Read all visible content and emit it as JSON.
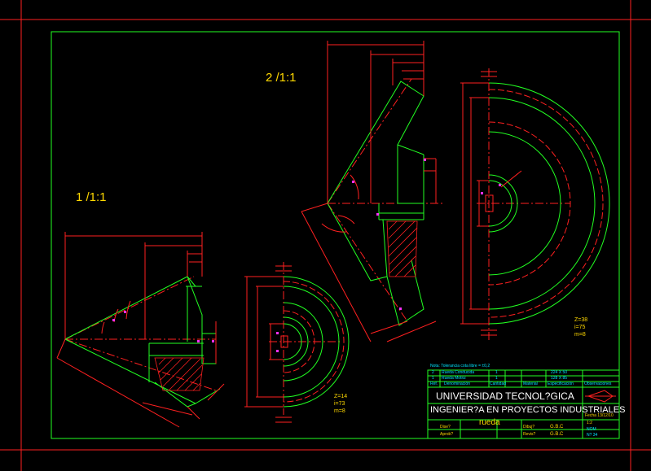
{
  "colors": {
    "background": "#000000",
    "frame_outer": "#ff2020",
    "frame_inner": "#22ff22",
    "dimension": "#ff2020",
    "outline": "#22ff22",
    "text_title": "#ffffff",
    "text_table": "#00e5ff",
    "hatch": "#ff2020",
    "marker": "#ff30ff"
  },
  "views": {
    "left_label": "1 /1:1",
    "top_label": "2 /1:1"
  },
  "gear_small": {
    "z": "Z=14",
    "i": "i=73",
    "m": "m=8"
  },
  "gear_large": {
    "z": "Z=38",
    "i": "i=75",
    "m": "m=8"
  },
  "title_block": {
    "note": "Nota: Tolerancia cota libre = ±0,2",
    "rows": [
      {
        "n": "2",
        "name": "Rueda Conducida",
        "qty": "1",
        "dims": "224 X 50"
      },
      {
        "n": "1",
        "name": "Rueda Motriz",
        "qty": "1",
        "dims": "128 X 85"
      }
    ],
    "headers": [
      "Ref.",
      "Denominación",
      "Cantidad",
      "Material",
      "Especificación",
      "Observaciones"
    ],
    "university": "UNIVERSIDAD TECNOL?GICA",
    "program": "INGENIER?A EN PROYECTOS INDUSTRIALES",
    "part": "rueda",
    "drawn_label": "Dise?",
    "approved_label": "Aprob?",
    "drawn_by_label": "Dibuj?",
    "revised_label": "Revis?",
    "drawn_by": "G.B.C",
    "revised_by": "G.B.C",
    "date": "Fecha 13/12/10",
    "scale": "1:2",
    "standard": "NOM",
    "sheet": "N? 34"
  }
}
